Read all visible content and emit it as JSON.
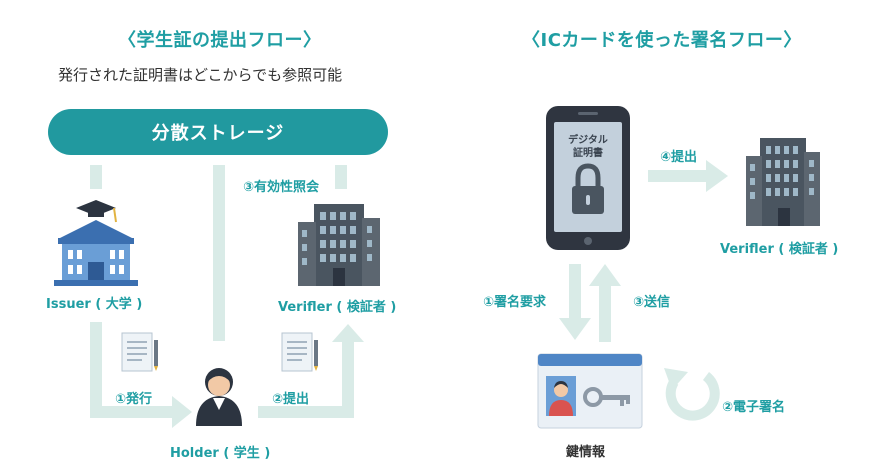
{
  "left_flow": {
    "title": "〈学生証の提出フロー〉",
    "subtitle": "発行された証明書はどこからでも参照可能",
    "storage_label": "分散ストレージ",
    "issuer_label": "Issuer ( 大学 )",
    "verifier_label": "Verifler ( 検証者 )",
    "holder_label": "Holder ( 学生 )",
    "step1_label": "①発行",
    "step2_label": "②提出",
    "step3_label": "③有効性照会"
  },
  "right_flow": {
    "title": "〈ICカードを使った署名フロー〉",
    "phone_screen_text_line1": "デジタル",
    "phone_screen_text_line2": "証明書",
    "verifier_label": "Verifler ( 検証者 )",
    "keyinfo_label": "鍵情報",
    "step1_label": "①署名要求",
    "step2_label": "②電子署名",
    "step3_label": "③送信",
    "step4_label": "④提出"
  },
  "colors": {
    "teal": "#21999f",
    "teal_text": "#1f9ea3",
    "arrow": "#d9ebe7",
    "building": "#4a5560",
    "university_blue": "#4f86c6"
  }
}
